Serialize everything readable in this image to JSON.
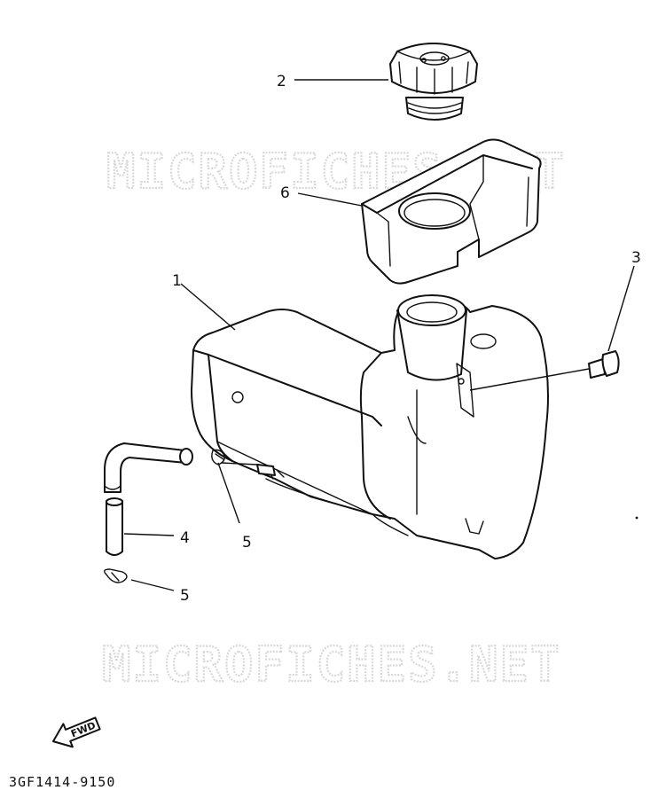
{
  "watermarks": [
    "MICROFICHES.NET",
    "MICROFICHES.NET"
  ],
  "callouts": {
    "c1": "1",
    "c2": "2",
    "c3": "3",
    "c4": "4",
    "c5a": "5",
    "c5b": "5",
    "c6": "6"
  },
  "fwd_label": "FWD",
  "part_number": "3GF1414-9150"
}
